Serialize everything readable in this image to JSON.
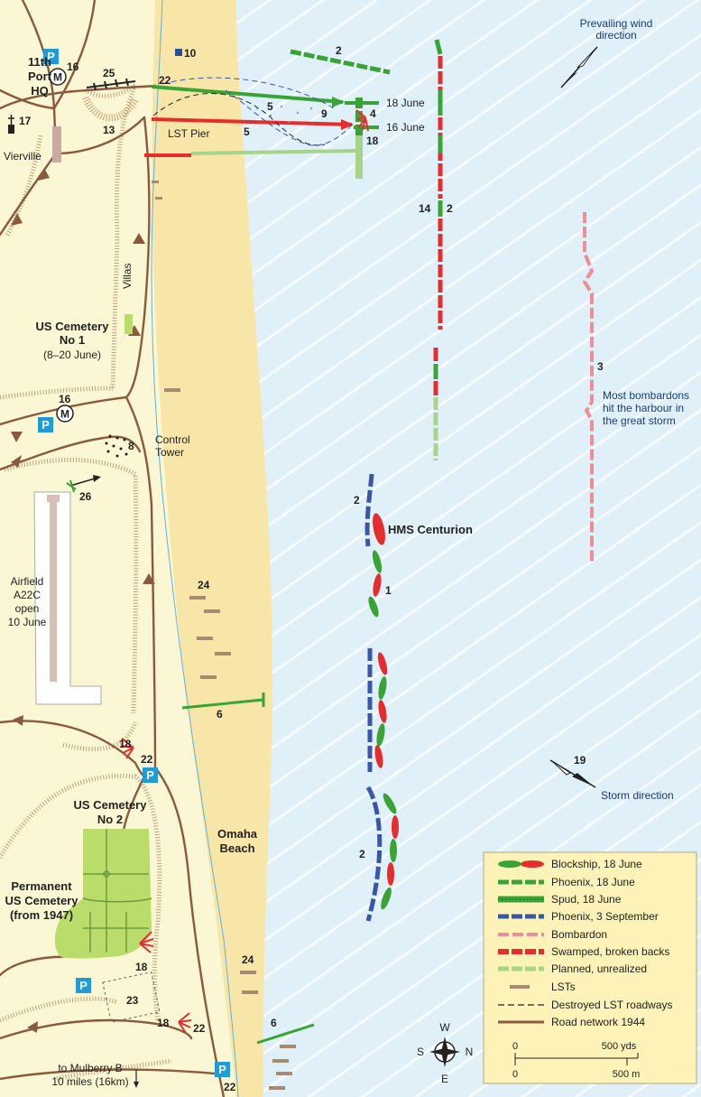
{
  "colors": {
    "sea": "#dff0f8",
    "land": "#fbf6d4",
    "sand": "#f7e6a8",
    "road": "#8a5a3c",
    "blockship_green": "#3aa335",
    "swamped_red": "#e42d2c",
    "phoenix_blue": "#3a56a8",
    "bombardon_pink": "#f08c95",
    "planned_green": "#a8d48a",
    "lst_brown": "#a98a6e",
    "cemetery": "#b9dc6b",
    "parking_blue": "#1f9bd8"
  },
  "labels": {
    "port_hq": [
      "11th",
      "Port",
      "HQ"
    ],
    "vierville": "Vierville",
    "lst_pier": "LST Pier",
    "june18": "18 June",
    "june16": "16 June",
    "villas": "Villas",
    "cemetery1": [
      "US Cemetery",
      "No 1",
      "(8–20 June)"
    ],
    "control_tower": [
      "Control",
      "Tower"
    ],
    "airfield": [
      "Airfield",
      "A22C",
      "open",
      "10 June"
    ],
    "cemetery2": [
      "US Cemetery",
      "No 2"
    ],
    "permanent": [
      "Permanent",
      "US Cemetery",
      "(from 1947)"
    ],
    "omaha": [
      "Omaha",
      "Beach"
    ],
    "centurion": "HMS Centurion",
    "wind": [
      "Prevailing wind",
      "direction"
    ],
    "storm": "Storm direction",
    "bombardons_note": [
      "Most bombardons",
      "hit the harbour in",
      "the great storm"
    ],
    "mulberry": [
      "to Mulberry B",
      "10 miles (16km)"
    ],
    "parking": "P",
    "monument": "M"
  },
  "numbers": {
    "n2a": "2",
    "n10": "10",
    "n16a": "16",
    "n25": "25",
    "n22a": "22",
    "n17": "17",
    "n13": "13",
    "n5a": "5",
    "n5b": "5",
    "n9": "9",
    "n4": "4",
    "n18a": "18",
    "n14": "14",
    "n2b": "2",
    "n3": "3",
    "n16b": "16",
    "n8": "8",
    "n26": "26",
    "n2c": "2",
    "n1": "1",
    "n24a": "24",
    "n6a": "6",
    "n18b": "18",
    "n22b": "22",
    "n19": "19",
    "n2d": "2",
    "n18c": "18",
    "n24b": "24",
    "n23": "23",
    "n18d": "18",
    "n22c": "22",
    "n6b": "6",
    "n22d": "22"
  },
  "legend": {
    "items": [
      {
        "label": "Blockship, 18 June",
        "color": "#3aa335",
        "color2": "#e42d2c"
      },
      {
        "label": "Phoenix, 18 June",
        "color": "#3aa335"
      },
      {
        "label": "Spud, 18 June",
        "color": "#3aa335"
      },
      {
        "label": "Phoenix, 3 September",
        "color": "#3a56a8"
      },
      {
        "label": "Bombardon",
        "color": "#f08c95"
      },
      {
        "label": "Swamped, broken backs",
        "color": "#e42d2c"
      },
      {
        "label": "Planned, unrealized",
        "color": "#a8d48a"
      },
      {
        "label": "LSTs",
        "color": "#a98a6e"
      },
      {
        "label": "Destroyed LST roadways",
        "color": "#222222"
      },
      {
        "label": "Road network 1944",
        "color": "#8a5a3c"
      }
    ]
  },
  "compass": {
    "n": "N",
    "s": "S",
    "e": "E",
    "w": "W"
  },
  "scale": {
    "yds0": "0",
    "yds": "500 yds",
    "m0": "0",
    "m": "500 m"
  }
}
